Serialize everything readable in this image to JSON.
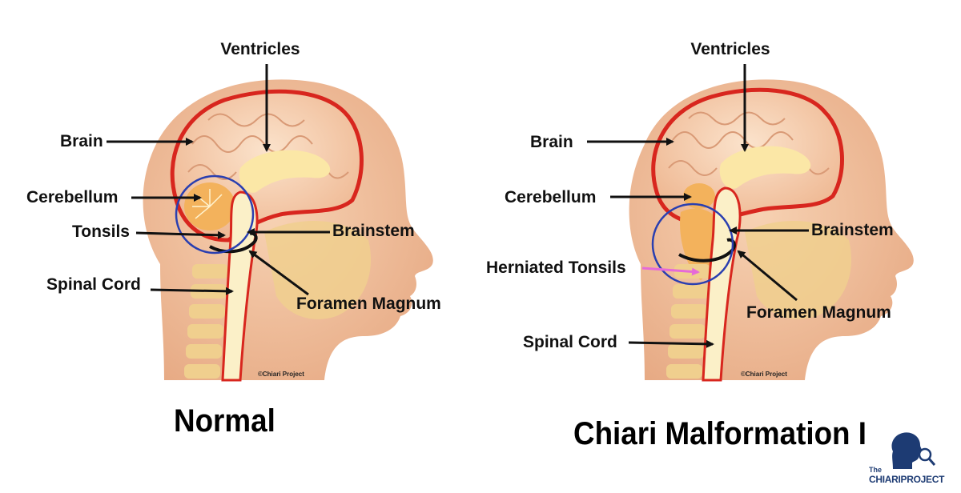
{
  "panels": {
    "normal": {
      "title": "Normal",
      "labels": {
        "ventricles": "Ventricles",
        "brain": "Brain",
        "cerebellum": "Cerebellum",
        "tonsils": "Tonsils",
        "brainstem": "Brainstem",
        "spinal_cord": "Spinal Cord",
        "foramen_magnum": "Foramen Magnum"
      },
      "copyright": "©Chiari Project"
    },
    "chiari": {
      "title": "Chiari Malformation I",
      "labels": {
        "ventricles": "Ventricles",
        "brain": "Brain",
        "cerebellum": "Cerebellum",
        "brainstem": "Brainstem",
        "herniated_tonsils": "Herniated Tonsils",
        "foramen_magnum": "Foramen Magnum",
        "spinal_cord": "Spinal Cord"
      },
      "copyright": "©Chiari Project"
    }
  },
  "logo": {
    "the": "The",
    "name_part1": "CHIARI",
    "name_part2": "PROJECT"
  },
  "colors": {
    "skin": "#f2c3a0",
    "skin_shadow": "#e3a27c",
    "brain": "#f6d4b6",
    "dura": "#d8261e",
    "bone": "#f0cf8e",
    "spinal": "#fbf0c8",
    "circle": "#2a3fb0",
    "arrow": "#111111",
    "herniation_arrow": "#e66ad8",
    "logo": "#1d3b73"
  }
}
